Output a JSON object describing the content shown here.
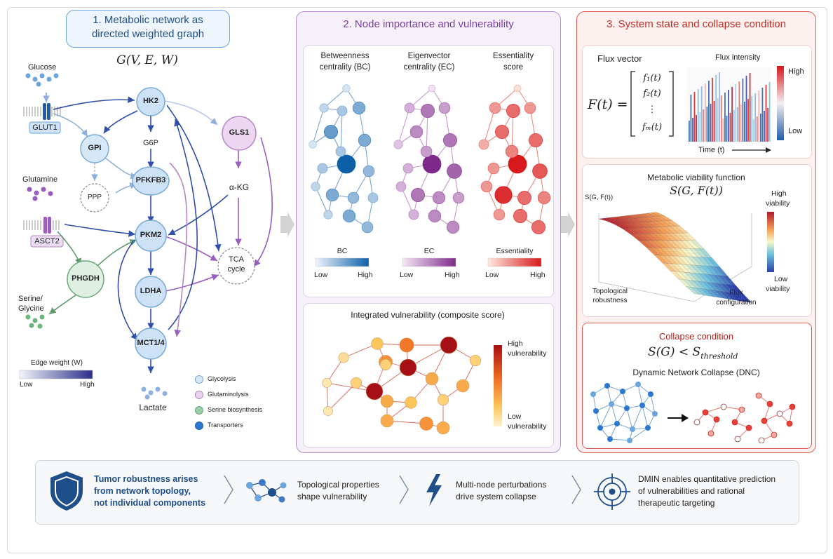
{
  "panel1": {
    "title_line1": "1. Metabolic network as",
    "title_line2": "directed weighted graph",
    "graph_formula": "G(V, E, W)",
    "nodes": {
      "glucose": "Glucose",
      "glut1": "GLUT1",
      "glutamine": "Glutamine",
      "asct2": "ASCT2",
      "hk2": "HK2",
      "gpi": "GPI",
      "g6p": "G6P",
      "pfkfb3": "PFKFB3",
      "ppp": "PPP",
      "pkm2": "PKM2",
      "phgdh": "PHGDH",
      "ldha": "LDHA",
      "mct": "MCT1/4",
      "gls1": "GLS1",
      "akg": "α-KG",
      "tca1": "TCA",
      "tca2": "cycle",
      "serine1": "Serine/",
      "serine2": "Glycine",
      "lactate": "Lactate"
    },
    "edge_weight": {
      "title": "Edge weight (W)",
      "low": "Low",
      "high": "High"
    },
    "legend": [
      {
        "label": "Glycolysis",
        "color": "#d6e8f8",
        "stroke": "#7aaad6"
      },
      {
        "label": "Glutaminolysis",
        "color": "#e8d3ee",
        "stroke": "#b487c6"
      },
      {
        "label": "Serine biosynthesis",
        "color": "#9ccfa8",
        "stroke": "#6aa878"
      },
      {
        "label": "Transporters",
        "color": "#2b78d0",
        "stroke": "#1f5ea8"
      }
    ]
  },
  "panel2": {
    "title": "2. Node importance and vulnerability",
    "metrics": [
      {
        "line1": "Betweenness",
        "line2": "centrality (BC)",
        "bar_label": "BC",
        "low": "Low",
        "high": "High"
      },
      {
        "line1": "Eigenvector",
        "line2": "centrality (EC)",
        "bar_label": "EC",
        "low": "Low",
        "high": "High"
      },
      {
        "line1": "Essentiality",
        "line2": "score",
        "bar_label": "Essentiality",
        "low": "Low",
        "high": "High"
      }
    ],
    "integrated_title": "Integrated vulnerability (composite score)",
    "vuln_high1": "High",
    "vuln_high2": "vulnerability",
    "vuln_low1": "Low",
    "vuln_low2": "vulnerability"
  },
  "panel3": {
    "title": "3. System state and collapse condition",
    "flux_vector_title": "Flux vector",
    "flux_lhs": "F(t) =",
    "flux_entries": [
      "f₁(t)",
      "f₂(t)",
      "⋮",
      "fₘ(t)"
    ],
    "flux_intensity": "Flux intensity",
    "flux_high": "High",
    "flux_low": "Low",
    "time_label": "Time (t)",
    "viability_title": "Metabolic viability function",
    "viability_formula": "S(G, F(t))",
    "viability_axis_z": "S(G, F(t))",
    "viability_axis_x1": "Topological",
    "viability_axis_x2": "robustness",
    "viability_axis_y1": "Flux",
    "viability_axis_y2": "configuration",
    "viab_high1": "High",
    "viab_high2": "viability",
    "viab_low1": "Low",
    "viab_low2": "viability",
    "collapse_title": "Collapse condition",
    "collapse_formula": "S(G) < S",
    "collapse_sub": "threshold",
    "dnc_title": "Dynamic Network Collapse (DNC)"
  },
  "footer": {
    "item1": [
      "Tumor robustness arises",
      "from network topology,",
      "not individual components"
    ],
    "item2": [
      "Topological properties",
      "shape vulnerability"
    ],
    "item3": [
      "Multi-node perturbations",
      "drive system collapse"
    ],
    "item4": [
      "DMIN enables quantitative prediction",
      "of vulnerabilities and rational",
      "therapeutic targeting"
    ]
  },
  "colors": {
    "blue": "#2a5c9e",
    "purple": "#8a4fb0",
    "red": "#d9302c"
  }
}
